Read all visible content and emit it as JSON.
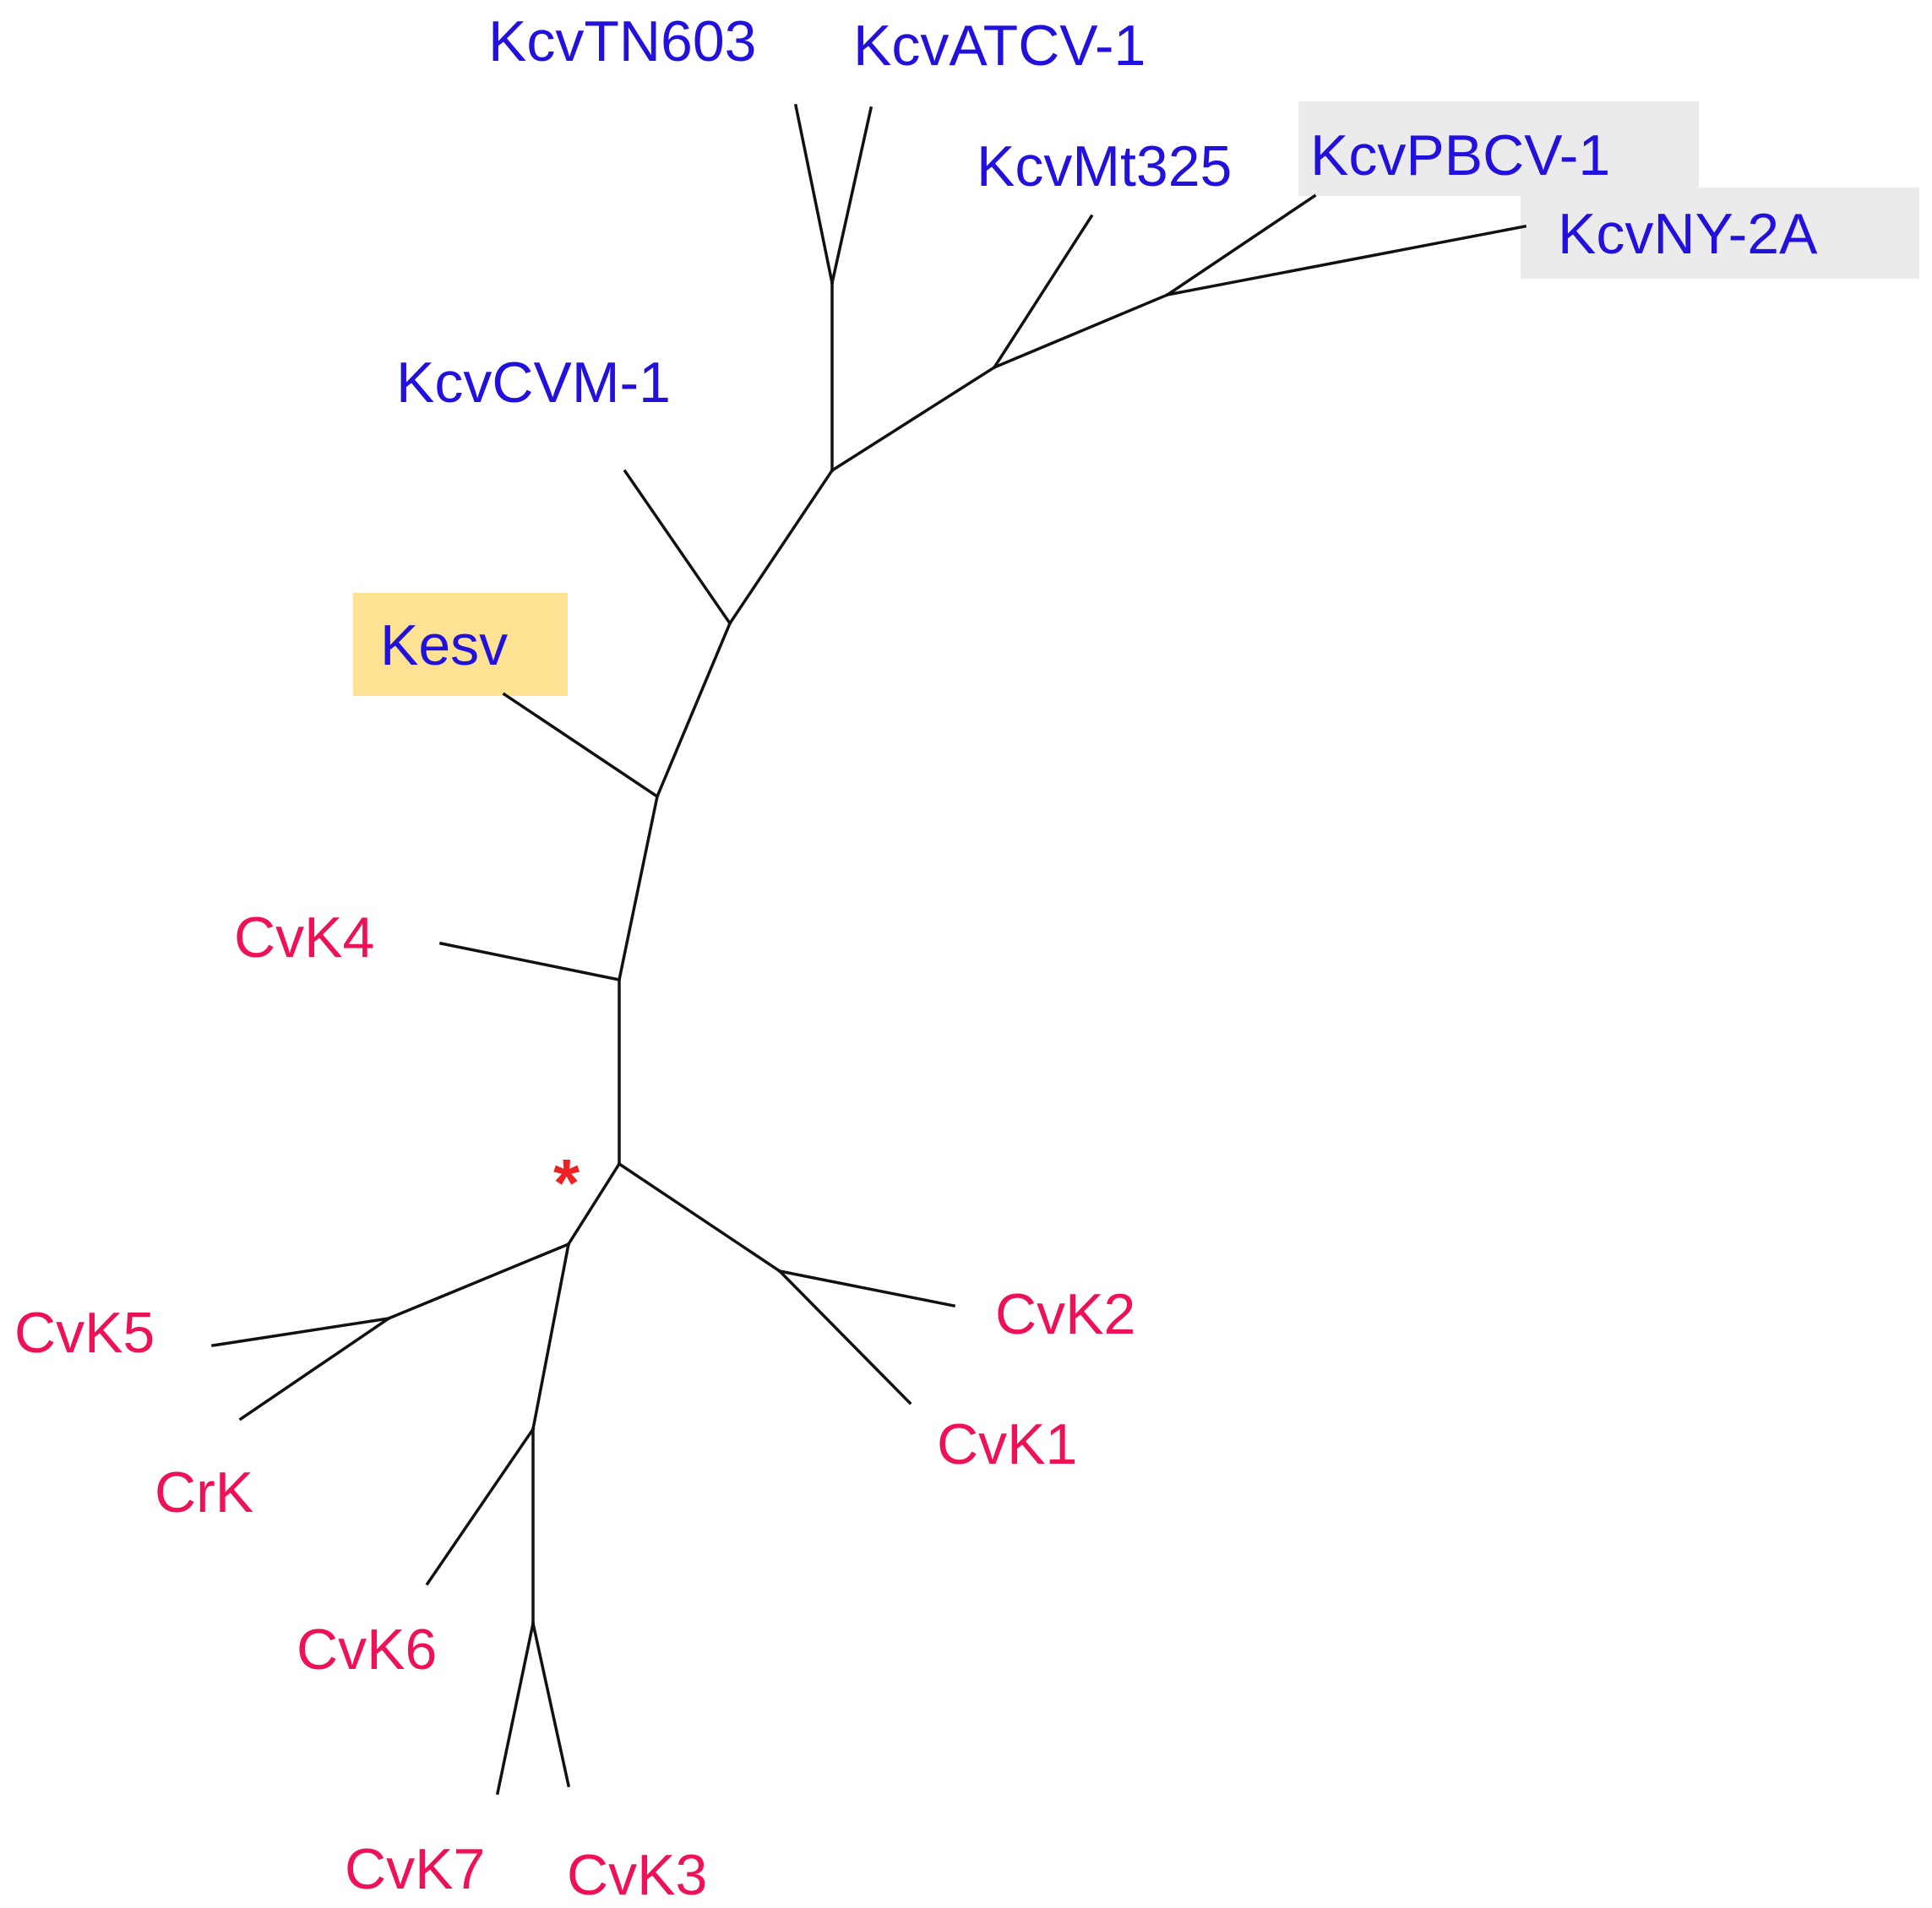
{
  "colors": {
    "kcv_label": "#2211dd",
    "cvk_label": "#ee1155",
    "highlight_yellow": "#fde293",
    "highlight_gray": "#ebebeb",
    "branch": "#111111",
    "asterisk": "#ee2222"
  },
  "labels": {
    "kcvtn603": "KcvTN603",
    "kcvatcv1": "KcvATCV-1",
    "kcvmt325": "KcvMt325",
    "kcvpbcv1": "KcvPBCV-1",
    "kcvny2a": "KcvNY-2A",
    "kcvcvm1": "KcvCVM-1",
    "kesv": "Kesv",
    "cvk4": "CvK4",
    "cvk5": "CvK5",
    "crk": "CrK",
    "cvk6": "CvK6",
    "cvk7": "CvK7",
    "cvk3": "CvK3",
    "cvk2": "CvK2",
    "cvk1": "CvK1",
    "asterisk": "*"
  }
}
